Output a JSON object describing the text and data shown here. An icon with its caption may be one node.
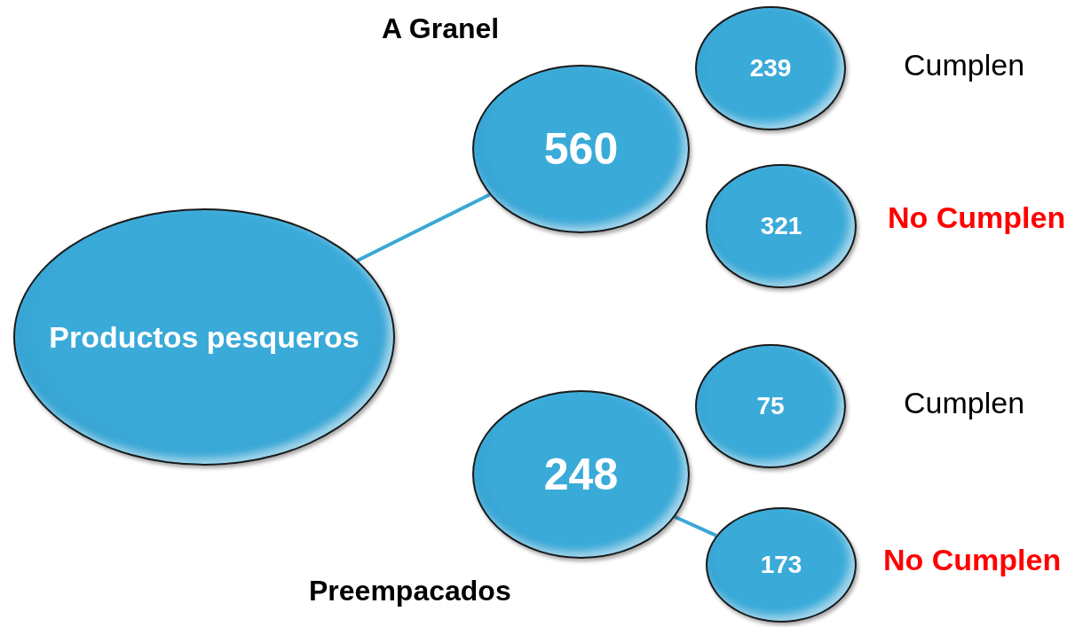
{
  "diagram": {
    "nodes": [
      {
        "text": [
          "Productos pesqueros"
        ]
      },
      {
        "text": [
          "560"
        ],
        "beside": [
          "A Granel"
        ]
      },
      {
        "text": [
          "239"
        ],
        "beside": [
          "Cumplen"
        ]
      },
      {
        "text": [
          "321"
        ],
        "beside": [
          "No Cumplen"
        ]
      },
      {
        "text": [
          "248"
        ],
        "beside": [
          "Preempacados"
        ]
      },
      {
        "text": [
          "75"
        ],
        "beside": [
          "Cumplen"
        ]
      },
      {
        "text": [
          "173"
        ],
        "beside": [
          "No Cumplen"
        ]
      }
    ],
    "edges": [
      {
        "from": 0,
        "to": 1,
        "arrow": "none"
      },
      {
        "from": 4,
        "to": 6,
        "arrow": "none"
      }
    ]
  }
}
